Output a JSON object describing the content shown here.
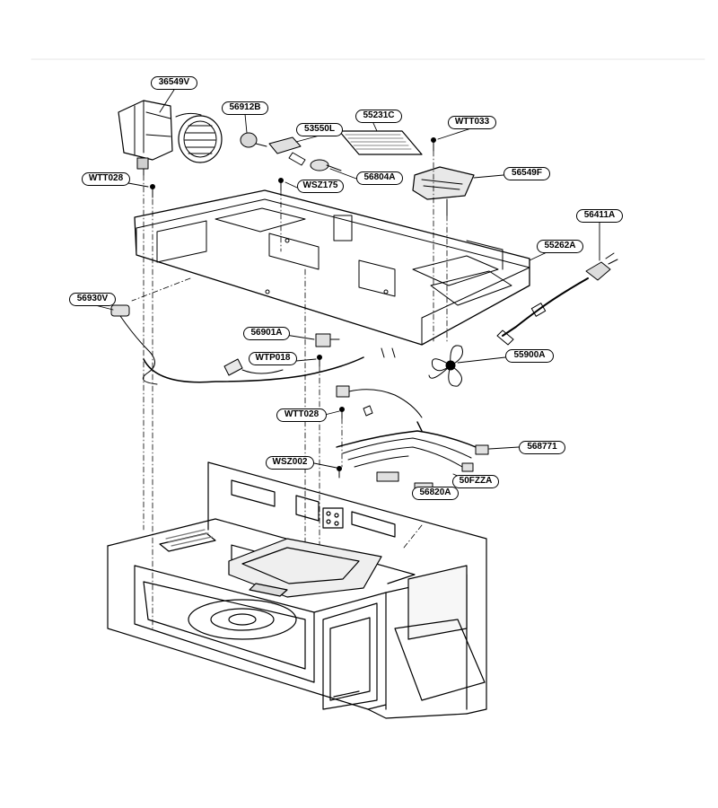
{
  "colors": {
    "line": "#000000",
    "background": "#ffffff",
    "fill_gray": "#cfcfcf"
  },
  "labels": [
    {
      "id": "36549V",
      "text": "36549V"
    },
    {
      "id": "56912B",
      "text": "56912B"
    },
    {
      "id": "55231C",
      "text": "55231C"
    },
    {
      "id": "WTT033",
      "text": "WTT033"
    },
    {
      "id": "53550L",
      "text": "53550L"
    },
    {
      "id": "56804A",
      "text": "56804A"
    },
    {
      "id": "56549F",
      "text": "56549F"
    },
    {
      "id": "WTT028_top",
      "text": "WTT028"
    },
    {
      "id": "WSZ175",
      "text": "WSZ175"
    },
    {
      "id": "56411A",
      "text": "56411A"
    },
    {
      "id": "55262A",
      "text": "55262A"
    },
    {
      "id": "56930V",
      "text": "56930V"
    },
    {
      "id": "56901A",
      "text": "56901A"
    },
    {
      "id": "WTP018",
      "text": "WTP018"
    },
    {
      "id": "55900A",
      "text": "55900A"
    },
    {
      "id": "WTT028_mid",
      "text": "WTT028"
    },
    {
      "id": "568771",
      "text": "568771"
    },
    {
      "id": "WSZ002",
      "text": "WSZ002"
    },
    {
      "id": "50FZZA",
      "text": "50FZZA"
    },
    {
      "id": "56820A",
      "text": "56820A"
    }
  ]
}
